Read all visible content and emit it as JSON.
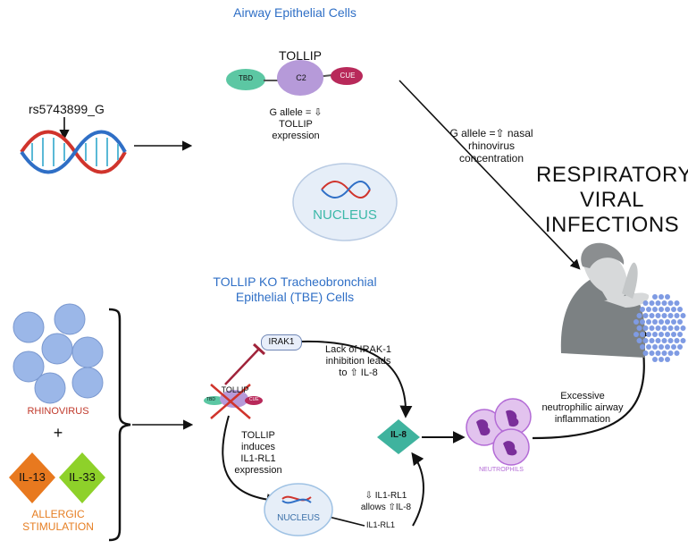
{
  "top_panel": {
    "title": "Airway Epithelial Cells",
    "protein_name": "TOLLIP",
    "domains": [
      "TBD",
      "C2",
      "CUE"
    ],
    "g_allele_text": [
      "G allele = ⇩",
      "TOLLIP",
      "expression"
    ],
    "nucleus_label": "NUCLEUS"
  },
  "snp_label": "rs5743899_G",
  "nasal_text": [
    "G allele =⇧ nasal",
    "rhinovirus",
    "concentration"
  ],
  "respiratory": [
    "RESPIRATORY",
    "VIRAL",
    "INFECTIONS"
  ],
  "bottom_panel": {
    "title_lines": [
      "TOLLIP KO Tracheobronchial",
      "Epithelial (TBE) Cells"
    ],
    "irak1": "IRAK1",
    "tollip_small": "TOLLIP",
    "small_domains": [
      "TBD",
      "CUE"
    ],
    "irak_text": [
      "Lack of IRAK-1",
      "inhibition leads",
      "to ⇧ IL-8"
    ],
    "induces_text": [
      "TOLLIP",
      "induces",
      "IL1-RL1",
      "expression"
    ],
    "il8": "IL-8",
    "il1rl1_text": [
      "⇩ IL1-RL1",
      "allows   ⇧IL-8"
    ],
    "nucleus_label": "NUCLEUS",
    "il1rl1_label": "IL1-RL1"
  },
  "stimuli": {
    "rhinovirus": "RHINOVIRUS",
    "plus": "+",
    "il13": "IL-13",
    "il33": "IL-33",
    "allergic": [
      "ALLERGIC",
      "STIMULATION"
    ]
  },
  "neutrophils_label": "NEUTROPHILS",
  "excessive_text": [
    "Excessive",
    "neutrophilic airway",
    "inflammation"
  ],
  "colors": {
    "title_blue": "#2f6fc6",
    "rhinovirus_red": "#c0392b",
    "allergic_orange": "#e67e22",
    "il13_orange": "#e8791f",
    "il33_green": "#8ed12a",
    "il8_teal": "#3fb39e",
    "neutrophil_purple": "#b36bd6"
  }
}
